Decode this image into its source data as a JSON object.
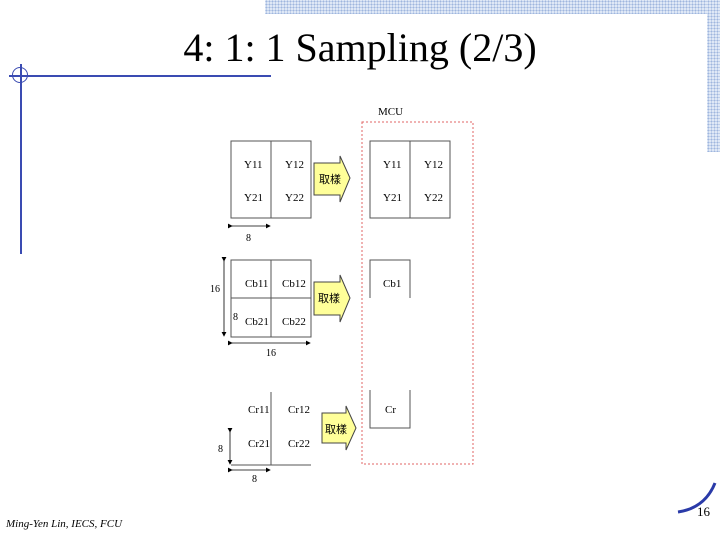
{
  "slide": {
    "title": "4: 1: 1 Sampling (2/3)",
    "footer": "Ming-Yen Lin, IECS, FCU",
    "page_number": "16"
  },
  "diagram": {
    "mcu_label": "MCU",
    "arrow_label": "取樣",
    "y_block": {
      "cells": [
        "Y11",
        "Y12",
        "Y21",
        "Y22"
      ],
      "dim_label": "8"
    },
    "cb_block": {
      "cells": [
        "Cb11",
        "Cb12",
        "Cb21",
        "Cb22"
      ],
      "height_label": "16",
      "width_label": "16",
      "inner_label": "8"
    },
    "cr_block": {
      "cells": [
        "Cr11",
        "Cr12",
        "Cr21",
        "Cr22"
      ],
      "height_label": "8",
      "width_label": "8"
    },
    "mcu_y_cells": [
      "Y11",
      "Y12",
      "Y21",
      "Y22"
    ],
    "mcu_cb": "Cb1",
    "mcu_cr": "Cr"
  },
  "colors": {
    "accent": "#3a4bb2",
    "arrow_fill": "#ffff99",
    "mcu_border": "#e06666"
  }
}
